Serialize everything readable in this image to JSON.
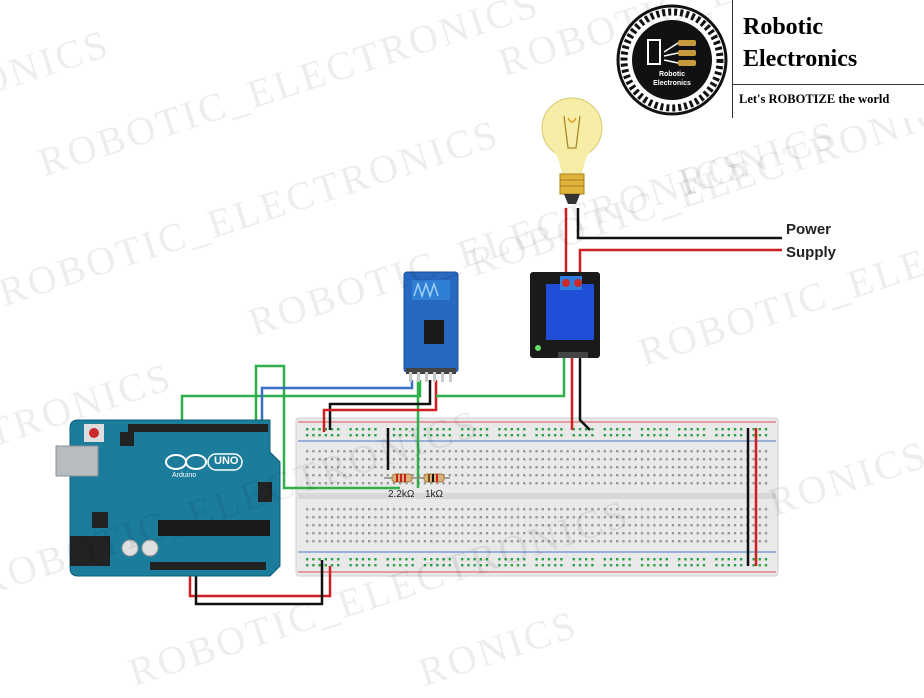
{
  "watermark": {
    "text_full": "ROBOTIC_ELECTRONICS",
    "text_partial_1": "ONICS",
    "text_partial_2": "ROBOTIC_ELECTRONICS",
    "text_partial_3": "CTRONICS",
    "text_partial_4": "RONICS"
  },
  "brand": {
    "title_line1": "Robotic",
    "title_line2": "Electronics",
    "tagline": "Let's ROBOTIZE the world",
    "logo_text_1": "Robotic",
    "logo_text_2": "Electronics"
  },
  "power": {
    "line1": "Power",
    "line2": "Supply"
  },
  "resistors": {
    "r1": "2.2kΩ",
    "r2": "1kΩ"
  },
  "arduino": {
    "model": "UNO",
    "brand": "Arduino"
  },
  "colors": {
    "wire_red": "#cc1f1f",
    "wire_black": "#111111",
    "wire_green": "#2fb04a",
    "wire_blue": "#3a6fc4",
    "board_blue": "#1b7c9c",
    "module_blue": "#2768c0",
    "relay_blue": "#1f4fd6",
    "breadboard": "#ececec",
    "hole_green": "#2fa04a"
  }
}
